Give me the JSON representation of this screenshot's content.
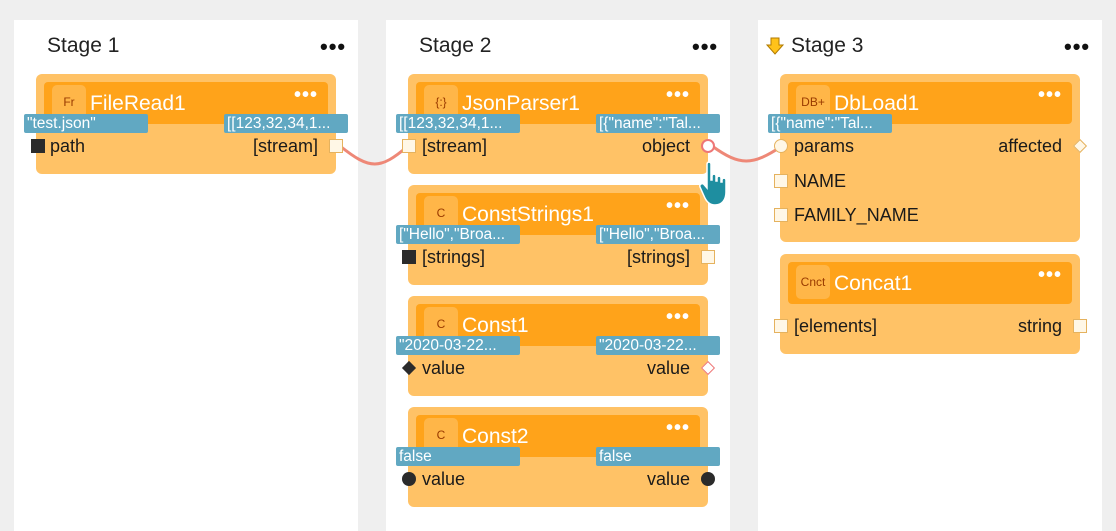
{
  "stages": [
    {
      "title": "Stage 1",
      "menu": "•••"
    },
    {
      "title": "Stage 2",
      "menu": "•••"
    },
    {
      "title": "Stage 3",
      "menu": "•••",
      "icon": "down-arrow-icon"
    }
  ],
  "nodes": {
    "fileread1": {
      "icon": "Fr",
      "title": "FileRead1",
      "menu": "•••",
      "in_value": "\"test.json\"",
      "out_value": "[[123,32,34,1...",
      "in_label": "path",
      "out_label": "[stream]"
    },
    "jsonparser1": {
      "icon": "{:}",
      "title": "JsonParser1",
      "menu": "•••",
      "in_value": "[[123,32,34,1...",
      "out_value": "[{\"name\":\"Tal...",
      "in_label": "[stream]",
      "out_label": "object"
    },
    "conststrings1": {
      "icon": "C",
      "title": "ConstStrings1",
      "menu": "•••",
      "in_value": "[\"Hello\",\"Broa...",
      "out_value": "[\"Hello\",\"Broa...",
      "in_label": "[strings]",
      "out_label": "[strings]"
    },
    "const1": {
      "icon": "C",
      "title": "Const1",
      "menu": "•••",
      "in_value": "\"2020-03-22...",
      "out_value": "\"2020-03-22...",
      "in_label": "value",
      "out_label": "value"
    },
    "const2": {
      "icon": "C",
      "title": "Const2",
      "menu": "•••",
      "in_value": "false",
      "out_value": "false",
      "in_label": "value",
      "out_label": "value"
    },
    "dbload1": {
      "icon": "DB+",
      "title": "DbLoad1",
      "menu": "•••",
      "in_value": "[{\"name\":\"Tal...",
      "in_label": "params",
      "out_label": "affected",
      "extra_inputs": [
        "NAME",
        "FAMILY_NAME"
      ]
    },
    "concat1": {
      "icon": "Cnct",
      "title": "Concat1",
      "menu": "•••",
      "in_label": "[elements]",
      "out_label": "string"
    }
  },
  "colors": {
    "node_body": "#ffc266",
    "node_header": "#ffa31a",
    "value_chip": "#61a8c2",
    "link": "#ee8877",
    "cursor": "#1e8ea0"
  }
}
